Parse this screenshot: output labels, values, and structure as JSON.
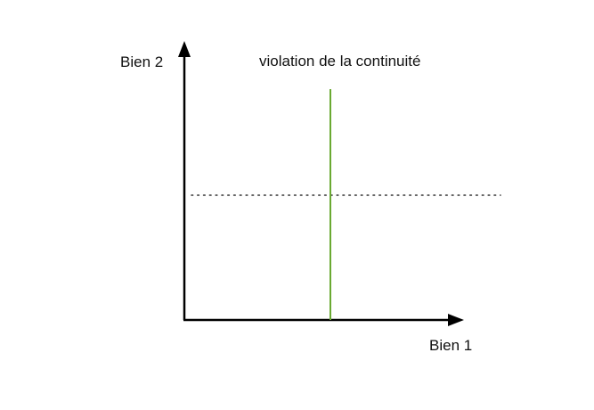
{
  "diagram": {
    "title": "violation de la continuité",
    "y_axis_label": "Bien 2",
    "x_axis_label": "Bien 1",
    "colors": {
      "axis": "#000000",
      "vertical_line": "#6aa932",
      "dotted_line": "#333333",
      "text": "#111111"
    },
    "elements": {
      "vertical_line": "solid green vertical line",
      "horizontal_line": "dotted horizontal line"
    }
  }
}
